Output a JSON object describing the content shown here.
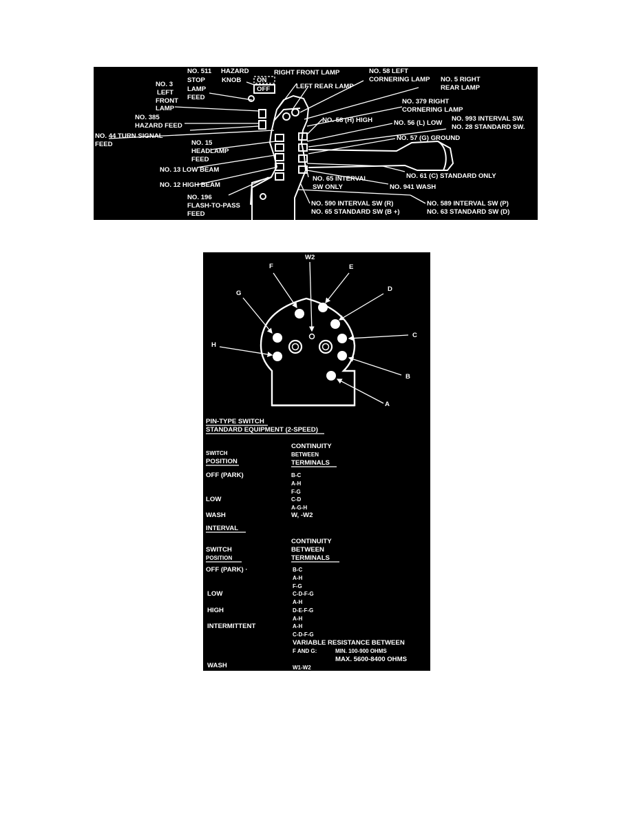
{
  "figure1": {
    "labels": {
      "no511": "NO. 511",
      "stop": "STOP",
      "lamp": "LAMP",
      "feed": "FEED",
      "hazard": "HAZARD",
      "knob": "KNOB",
      "on": "ON",
      "off": "OFF",
      "right_front_lamp": "RIGHT FRONT LAMP",
      "left_rear_lamp": "LEFT REAR LAMP",
      "no58_left": "NO. 58 LEFT",
      "cornering_lamp": "CORNERING LAMP",
      "no5_right": "NO. 5 RIGHT",
      "rear_lamp": "REAR LAMP",
      "no3": "NO. 3",
      "left": "LEFT",
      "front": "FRONT",
      "lamp2": "LAMP",
      "no379_right": "NO. 379 RIGHT",
      "cornering_lamp2": "CORNERING LAMP",
      "no385": "NO. 385",
      "hazard_feed": "HAZARD FEED",
      "no58h_high": "NO. 58 (H) HIGH",
      "no56l_low": "NO. 56 (L) LOW",
      "no993_interval": "NO. 993 INTERVAL SW.",
      "no28_standard": "NO. 28 STANDARD SW.",
      "no44_turn_signal": "NO. 44 TURN SIGNAL",
      "feed2": "FEED",
      "no15": "NO. 15",
      "headlamp": "HEADLAMP",
      "feed3": "FEED",
      "no57g_ground": "NO. 57 (G) GROUND",
      "no13_low_beam": "NO. 13 LOW BEAM",
      "no61c_standard": "NO. 61 (C) STANDARD ONLY",
      "no12_high_beam": "NO. 12 HIGH BEAM",
      "no65_interval": "NO. 65 INTERVAL",
      "sw_only": "SW ONLY",
      "no941_wash": "NO. 941 WASH",
      "no196": "NO. 196",
      "flash_to_pass": "FLASH-TO-PASS",
      "feed4": "FEED",
      "no590": "NO. 590 INTERVAL SW (R)",
      "no65_standard": "NO. 65 STANDARD SW (B +)",
      "no589": "NO. 589 INTERVAL SW (P)",
      "no63": "NO. 63 STANDARD SW (D)"
    }
  },
  "figure2": {
    "terminals": {
      "w2": "W2",
      "f": "F",
      "e": "E",
      "d": "D",
      "g": "G",
      "c": "C",
      "h": "H",
      "b": "B",
      "a": "A"
    },
    "standard_title_1": "PIN-TYPE SWITCH",
    "standard_title_2": "STANDARD EQUIPMENT (2-SPEED)",
    "standard": {
      "col1_line1": "SWITCH",
      "col1_line2": "POSITION",
      "col2_line1": "CONTINUITY",
      "col2_line2": "BETWEEN",
      "col2_line3": "TERMINALS",
      "rows": [
        {
          "position": "OFF (PARK)",
          "terminals": [
            "B-C",
            "A-H",
            "F-G"
          ]
        },
        {
          "position": "LOW",
          "terminals": [
            "C-D",
            "A-G-H"
          ]
        },
        {
          "position": "WASH",
          "terminals": [
            "W, -W2"
          ]
        }
      ]
    },
    "interval_title": "INTERVAL",
    "interval": {
      "col1_line1": "SWITCH",
      "col1_line2": "POSITION",
      "col2_line1": "CONTINUITY",
      "col2_line2": "BETWEEN",
      "col2_line3": "TERMINALS",
      "rows": [
        {
          "position": "OFF (PARK) ·",
          "terminals": [
            "B-C",
            "A-H",
            "F-G"
          ]
        },
        {
          "position": "LOW",
          "terminals": [
            "C-D-F-G",
            "A-H"
          ]
        },
        {
          "position": "HIGH",
          "terminals": [
            "D-E-F-G",
            "A-H"
          ]
        },
        {
          "position": "INTERMITTENT",
          "terminals": [
            "A-H",
            "C-D-F-G"
          ]
        }
      ],
      "variable_line1": "VARIABLE RESISTANCE BETWEEN",
      "variable_line2": "F AND G:",
      "min": "MIN. 100-900 OHMS",
      "max": "MAX. 5600-8400 OHMS",
      "wash_position": "WASH",
      "wash_terminals": "W1-W2"
    }
  }
}
